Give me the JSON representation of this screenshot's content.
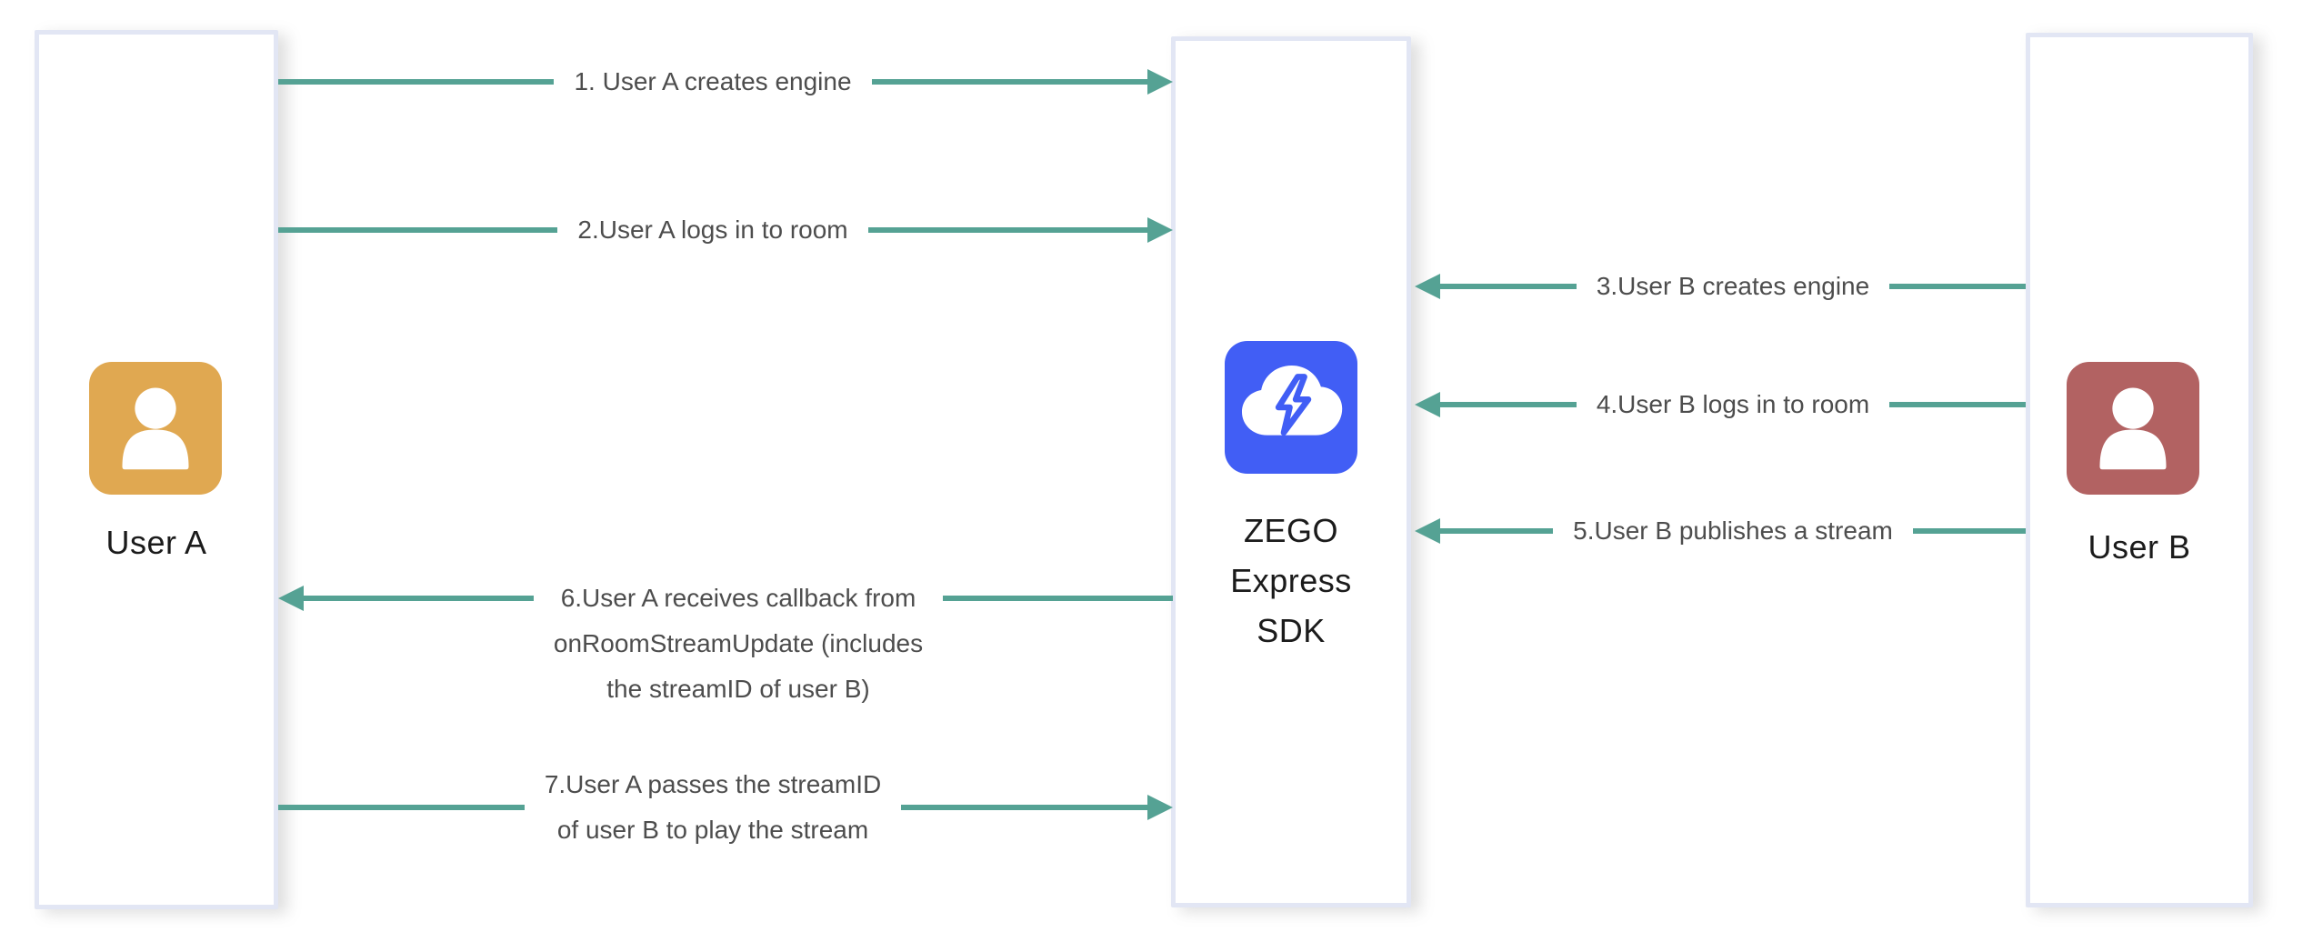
{
  "diagram": {
    "actors": [
      {
        "name": "User A",
        "icon": "person-icon",
        "color": "#e0a851"
      },
      {
        "name": "ZEGO Express SDK",
        "lines": [
          "ZEGO",
          "Express",
          "SDK"
        ],
        "icon": "cloud-bolt-icon",
        "color": "#415ef5"
      },
      {
        "name": "User B",
        "icon": "person-icon",
        "color": "#b26262"
      }
    ],
    "arrows": [
      {
        "label": "1. User A creates engine",
        "from": "User A",
        "to": "ZEGO Express SDK",
        "direction": "right"
      },
      {
        "label": "2.User A logs in to room",
        "from": "User A",
        "to": "ZEGO Express SDK",
        "direction": "right"
      },
      {
        "label": "3.User B creates engine",
        "from": "User B",
        "to": "ZEGO Express SDK",
        "direction": "left"
      },
      {
        "label": "4.User B logs in to room",
        "from": "User B",
        "to": "ZEGO Express SDK",
        "direction": "left"
      },
      {
        "label": "5.User B publishes a stream",
        "from": "User B",
        "to": "ZEGO Express SDK",
        "direction": "left"
      },
      {
        "lines": [
          "6.User A receives callback from",
          "onRoomStreamUpdate (includes",
          "the streamID of user B)"
        ],
        "from": "ZEGO Express SDK",
        "to": "User A",
        "direction": "left"
      },
      {
        "lines": [
          "7.User A passes the streamID",
          "of user B to play the stream"
        ],
        "from": "User A",
        "to": "ZEGO Express SDK",
        "direction": "right"
      }
    ],
    "colors": {
      "arrow": "#55a294",
      "box_border": "#e2e6f4",
      "arrow_label_text": "#4d4d4d",
      "actor_label_text": "#1b1b1b",
      "user_a_icon": "#e0a851",
      "user_b_icon": "#b26262",
      "sdk_icon": "#415ef5",
      "background": "#ffffff"
    }
  }
}
